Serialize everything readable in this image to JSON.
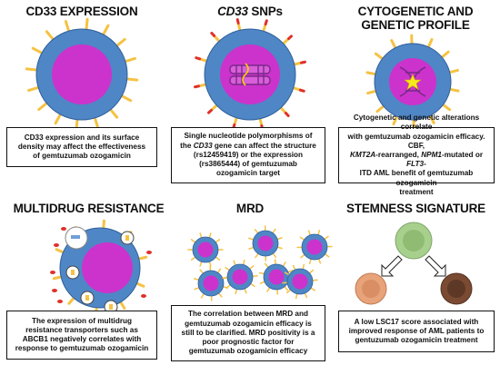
{
  "panels": [
    {
      "title": "CD33 EXPRESSION",
      "caption": [
        "CD33 expression and its surface",
        "density may affect the effectiveness",
        "of gemtuzumab ozogamicin"
      ]
    },
    {
      "title_italic": "CD33",
      "title_rest": " SNPs",
      "caption_l1": "Single nucleotide polymorphisms of",
      "caption_l2a": "the ",
      "caption_l2b": "CD33",
      "caption_l2c": " gene can affect the structure",
      "caption_l3": "(rs12459419) or the expression",
      "caption_l4": "(rs3865444) of gemtuzumab",
      "caption_l5": "ozogamicin target"
    },
    {
      "title_l1": "CYTOGENETIC AND",
      "title_l2": "GENETIC PROFILE",
      "c_l1": "Cytogenetic and genetic alterations correlate",
      "c_l2": "with gemtuzumab ozogamicin efficacy. CBF,",
      "c_l3a": "KMT2A",
      "c_l3b": "-rearranged, ",
      "c_l3c": "NPM1",
      "c_l3d": "-mutated or ",
      "c_l3e": "FLT3",
      "c_l3f": "-",
      "c_l4": "ITD AML benefit of gemtuzumab ozogamicin",
      "c_l5": "treatment"
    },
    {
      "title": "MULTIDRUG RESISTANCE",
      "caption": [
        "The expression of multidrug",
        "resistance transporters such as",
        "ABCB1 negatively correlates with",
        "response to gemtuzumab ozogamicin"
      ]
    },
    {
      "title": "MRD",
      "caption": [
        "The correlation between MRD and",
        "gemtuzumab ozogamicin efficacy is",
        "still to be clarified. MRD positivity is a",
        "poor prognostic factor for",
        "gemtuzumab ozogamicin efficacy"
      ]
    },
    {
      "title": "STEMNESS SIGNATURE",
      "caption": [
        "A low LSC17 score associated with",
        "improved response of AML patients to",
        "gentuzumab ozogamicin treatment"
      ]
    }
  ],
  "colors": {
    "cell_outer": "#4f86c6",
    "cell_nucleus": "#cc33cc",
    "nucleus_light": "#e07be0",
    "receptor": "#f5c242",
    "drug_red": "#e0302a",
    "dna": "#7a2a8a",
    "star": "#f7e91c",
    "green_cell": "#a8d08d",
    "orange_cell": "#e8a37a",
    "brown_cell": "#7a4a32"
  }
}
